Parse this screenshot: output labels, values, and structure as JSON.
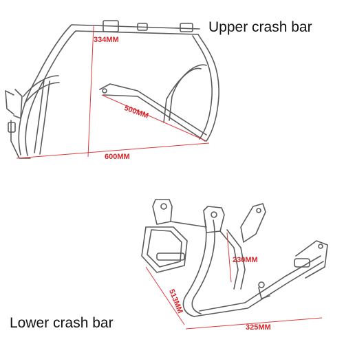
{
  "upper_caption": "Upper crash bar",
  "lower_caption": "Lower crash bar",
  "dimensions": {
    "upper_height": "334MM",
    "upper_depth": "500MM",
    "upper_width": "600MM",
    "lower_height": "230MM",
    "lower_depth": "513MM",
    "lower_width": "325MM"
  },
  "colors": {
    "dimension_text": "#d6262a",
    "dimension_line": "#e03a3e",
    "bar_outline": "#555555",
    "background": "#ffffff"
  }
}
